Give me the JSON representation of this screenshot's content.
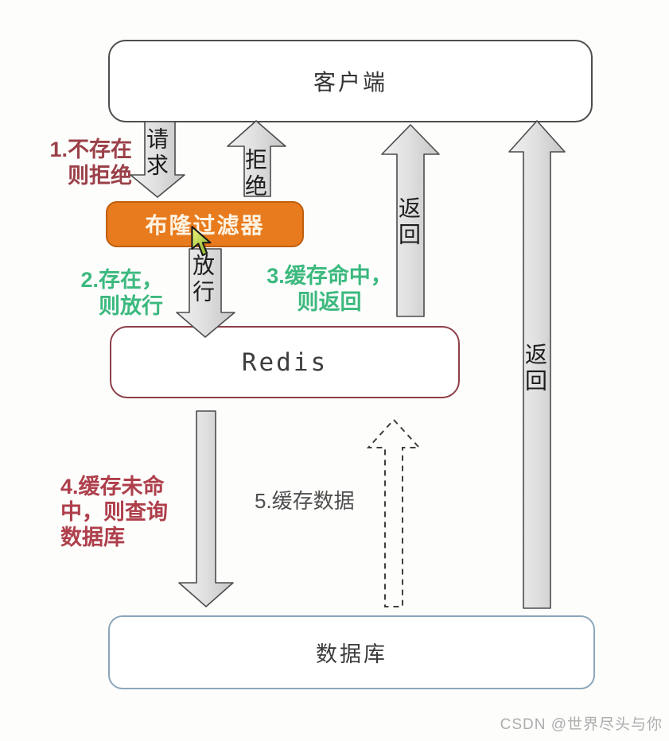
{
  "page": {
    "background": "#fdfdfc"
  },
  "nodes": {
    "client": {
      "label": "客户端",
      "border_color": "#4e4e4e",
      "fill": "#ffffff"
    },
    "bloom_filter": {
      "label": "布隆过滤器",
      "border_color": "#c05f0e",
      "fill": "#e87b1d",
      "text_color": "#fdf3e2"
    },
    "redis": {
      "label": "Redis",
      "border_color": "#8d4049",
      "fill": "#ffffff"
    },
    "database": {
      "label": "数据库",
      "border_color": "#8ba6ba",
      "fill": "#ffffff"
    }
  },
  "arrows": {
    "request": {
      "label": "请求",
      "direction": "down",
      "from": "client",
      "to": "bloom_filter",
      "style": "solid"
    },
    "reject": {
      "label": "拒绝",
      "direction": "up",
      "from": "bloom_filter",
      "to": "client",
      "style": "solid"
    },
    "pass": {
      "label": "放行",
      "direction": "down",
      "from": "bloom_filter",
      "to": "redis",
      "style": "solid"
    },
    "return_from_redis": {
      "label": "返回",
      "direction": "up",
      "from": "redis",
      "to": "client",
      "style": "solid"
    },
    "return_from_database": {
      "label": "返回",
      "direction": "up",
      "from": "database",
      "to": "client",
      "style": "solid"
    },
    "query_database": {
      "label": "",
      "direction": "down",
      "from": "redis",
      "to": "database",
      "style": "solid"
    },
    "cache_data": {
      "label": "",
      "direction": "up",
      "from": "database",
      "to": "redis",
      "style": "dashed"
    }
  },
  "annotations": {
    "step1": {
      "lines": [
        "1.不存在",
        "则拒绝"
      ],
      "color": "#9b4049"
    },
    "step2": {
      "lines": [
        "2.存在，",
        "则放行"
      ],
      "color": "#3cb97e"
    },
    "step3": {
      "lines": [
        "3.缓存命中，",
        "则返回"
      ],
      "color": "#3cb97e"
    },
    "step4": {
      "lines": [
        "4.缓存未命",
        "中，则查询",
        "数据库"
      ],
      "color": "#ae3f4b"
    },
    "step5": {
      "lines": [
        "5.缓存数据"
      ],
      "color": "#4f4f4f"
    }
  },
  "cursor": {
    "icon": "mouse-pointer",
    "color_top": "#f5f87c",
    "color_bottom": "#7fae2a"
  },
  "watermark": {
    "text": "CSDN @世界尽头与你",
    "color": "#adadad"
  }
}
